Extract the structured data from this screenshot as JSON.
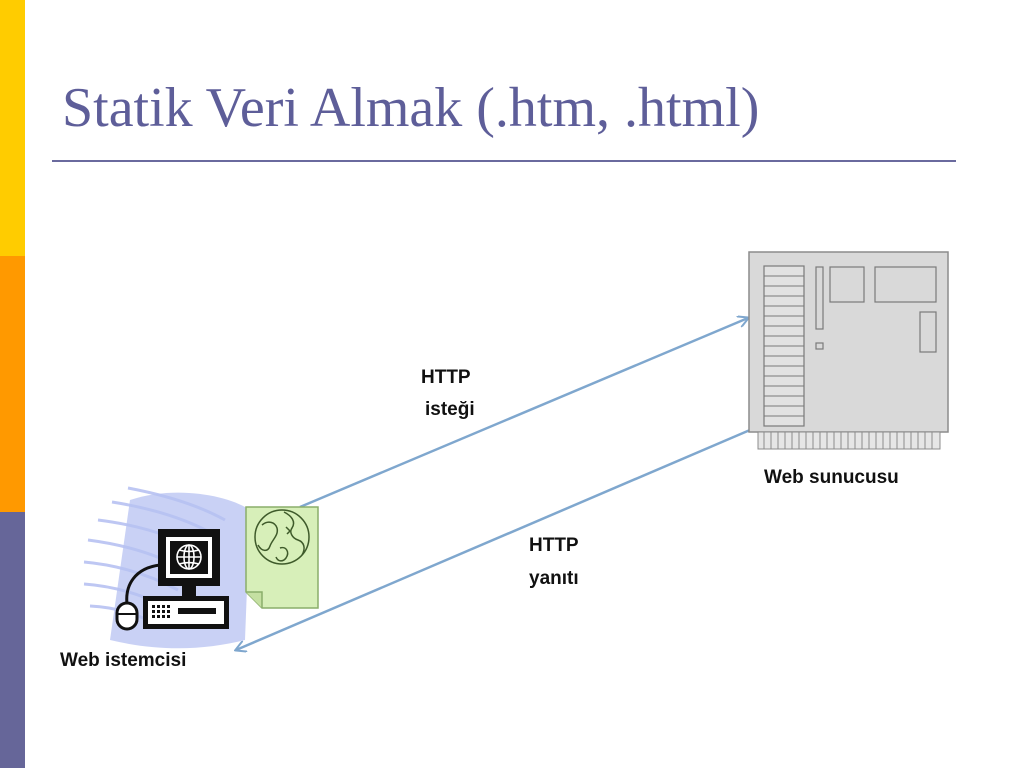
{
  "slide": {
    "title": "Statik Veri Almak (.htm, .html)"
  },
  "diagram": {
    "request_label_line1": "HTTP",
    "request_label_line2": "isteği",
    "response_label_line1": "HTTP",
    "response_label_line2": "yanıtı",
    "server_label": "Web sunucusu",
    "client_label": "Web istemcisi"
  },
  "colors": {
    "title": "#5E5E99",
    "title_rule": "#6A6A9E",
    "bar_top": "#FFCC00",
    "bar_middle": "#FF9900",
    "bar_bottom": "#666699",
    "arrow": "#7FA7CE",
    "server_fill": "#D9D9D9",
    "document_fill": "#D7EFB9",
    "client_glow": "#B7C2F2"
  },
  "icons": {
    "server": "server-tower-icon",
    "document": "web-document-icon",
    "globe": "globe-icon",
    "client": "client-computer-icon"
  }
}
